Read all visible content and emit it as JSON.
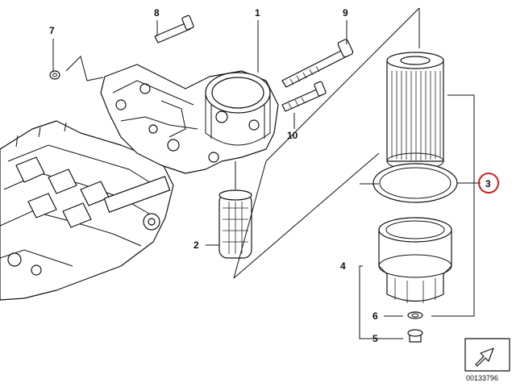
{
  "callouts": {
    "c1": "1",
    "c2": "2",
    "c3": "3",
    "c4": "4",
    "c5": "5",
    "c6": "6",
    "c7": "7",
    "c8": "8",
    "c9": "9",
    "c10": "10"
  },
  "highlighted_callout": "3",
  "diagram_code": "00133796",
  "colors": {
    "line": "#111111",
    "highlight_circle": "#cc2222",
    "background": "#ffffff"
  }
}
